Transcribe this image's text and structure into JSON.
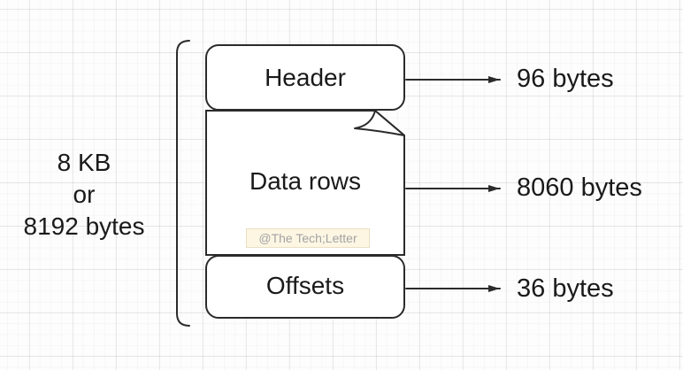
{
  "diagram": {
    "page_size": {
      "line1": "8 KB",
      "line2": "or",
      "line3": "8192 bytes"
    },
    "sections": [
      {
        "label": "Header",
        "size": "96 bytes"
      },
      {
        "label": "Data rows",
        "size": "8060 bytes"
      },
      {
        "label": "Offsets",
        "size": "36 bytes"
      }
    ],
    "watermark": "@The Tech;Letter",
    "colors": {
      "stroke": "#2b2b2b",
      "box_fill": "#ffffff",
      "text": "#1a1a1a",
      "watermark_bg": "#fcf6e3",
      "watermark_border": "#e9dfc2",
      "watermark_text": "#a3a3a3"
    }
  }
}
